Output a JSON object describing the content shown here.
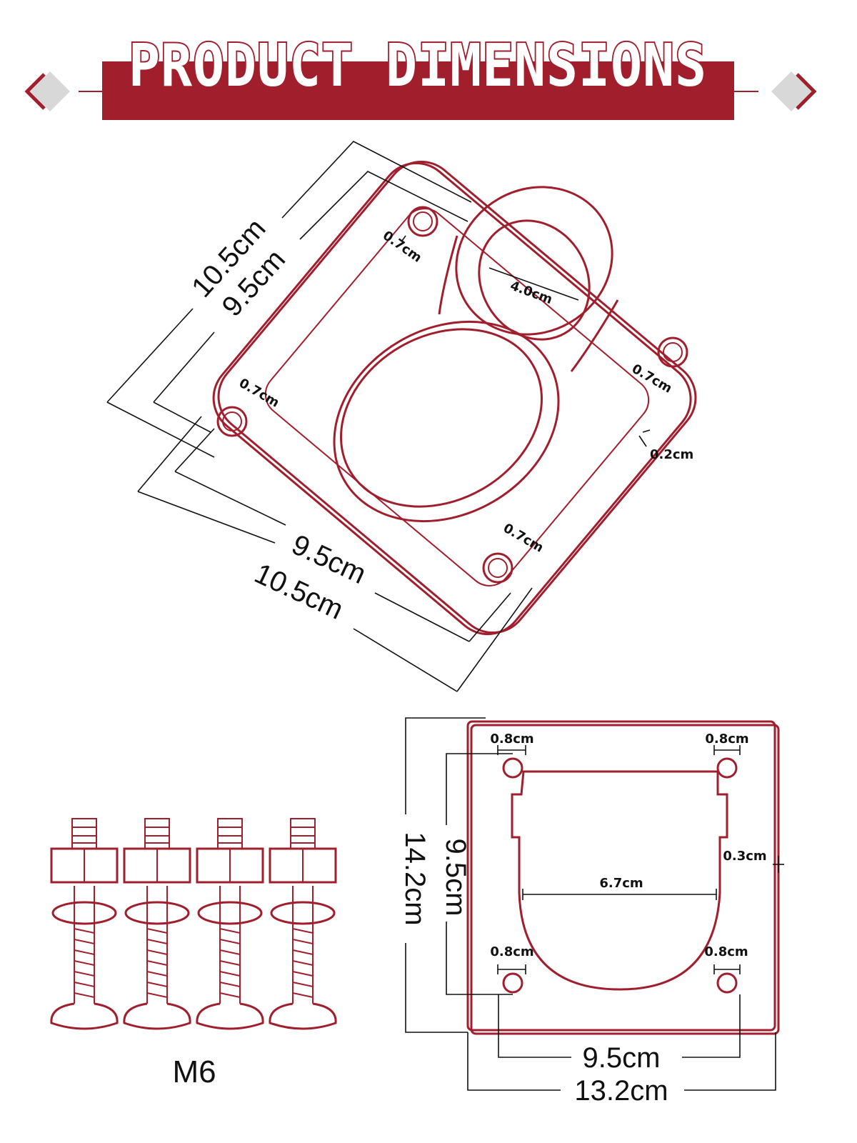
{
  "banner": {
    "title": "PRODUCT DIMENSIONS",
    "colors": {
      "accent": "#a11f2d",
      "diamond": "#d8d8d8"
    }
  },
  "plate_iso": {
    "labels": {
      "outer_length_left": "10.5cm",
      "inner_length_left": "9.5cm",
      "inner_width_bottom": "9.5cm",
      "outer_width_bottom": "10.5cm",
      "hole_top": "0.7cm",
      "hole_left": "0.7cm",
      "hole_right": "0.7cm",
      "hole_bottom": "0.7cm",
      "ring_diameter": "4.0cm",
      "thickness": "0.2cm"
    }
  },
  "bolts": {
    "label": "M6",
    "count": 4
  },
  "plate_flat": {
    "labels": {
      "height_outer": "14.2cm",
      "height_inner": "9.5cm",
      "hole_tl": "0.8cm",
      "hole_tr": "0.8cm",
      "hole_bl": "0.8cm",
      "hole_br": "0.8cm",
      "cutout_width": "6.7cm",
      "thickness": "0.3cm",
      "width_inner": "9.5cm",
      "width_outer": "13.2cm"
    }
  }
}
